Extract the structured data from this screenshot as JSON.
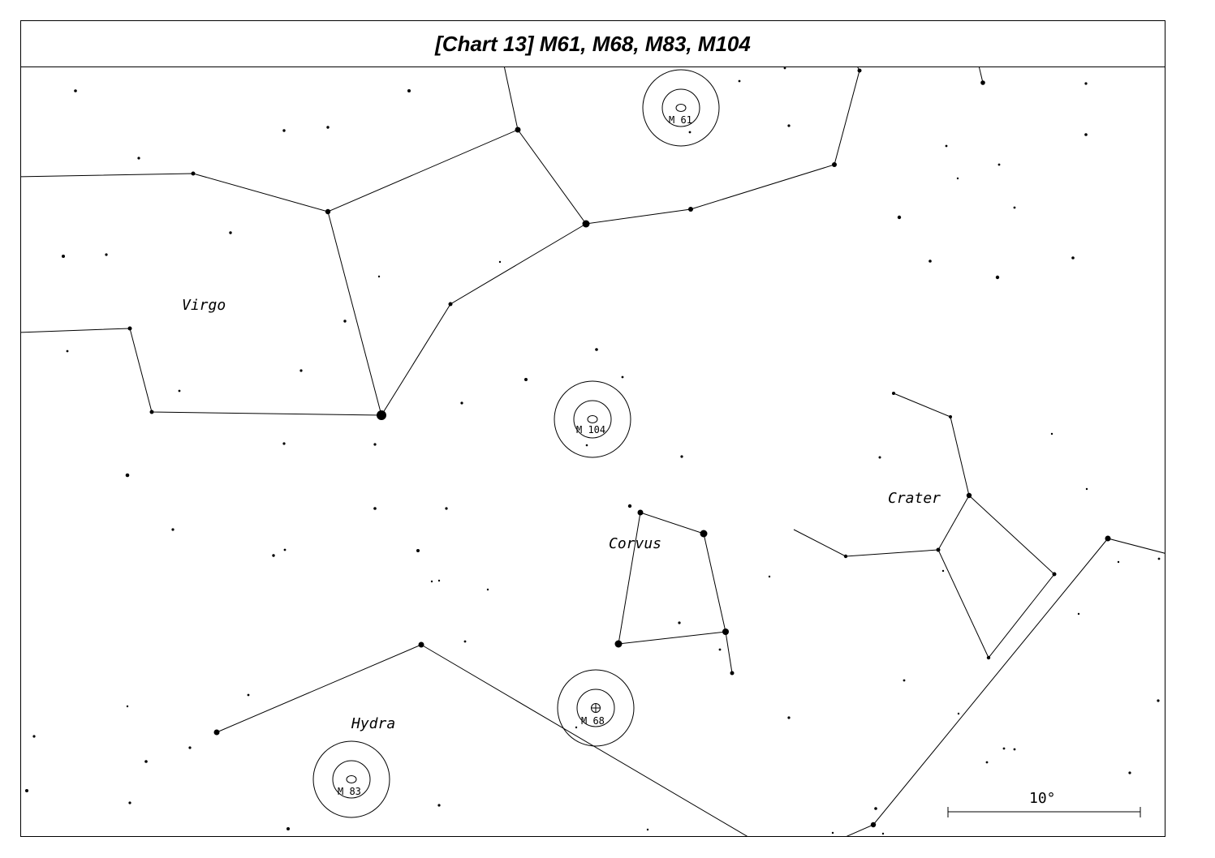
{
  "title": "[Chart 13] M61, M68, M83, M104",
  "scale_label": "10°",
  "colors": {
    "ink": "#000000",
    "background": "#ffffff"
  },
  "constellations": [
    {
      "name": "Virgo"
    },
    {
      "name": "Corvus"
    },
    {
      "name": "Crater"
    },
    {
      "name": "Hydra"
    }
  ],
  "objects": [
    {
      "id": "m61",
      "label": "M 61",
      "type": "galaxy"
    },
    {
      "id": "m104",
      "label": "M 104",
      "type": "galaxy"
    },
    {
      "id": "m68",
      "label": "M 68",
      "type": "globular-cluster"
    },
    {
      "id": "m83",
      "label": "M 83",
      "type": "galaxy"
    }
  ]
}
